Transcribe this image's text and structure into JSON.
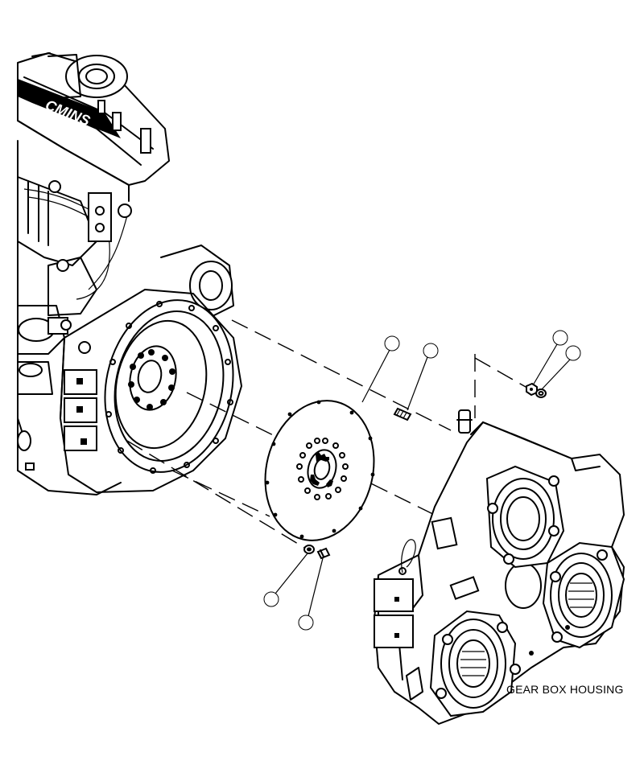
{
  "labels": {
    "gear_box_housing": "GEAR BOX HOUSING"
  },
  "callouts": [
    {
      "id": "flexplate-callout"
    },
    {
      "id": "dowel-pin-callout"
    },
    {
      "id": "nut-callout-upper"
    },
    {
      "id": "washer-callout-upper"
    },
    {
      "id": "washer-callout-lower"
    },
    {
      "id": "bolt-callout-lower"
    }
  ],
  "colors": {
    "line": "#000000",
    "background": "#ffffff"
  }
}
